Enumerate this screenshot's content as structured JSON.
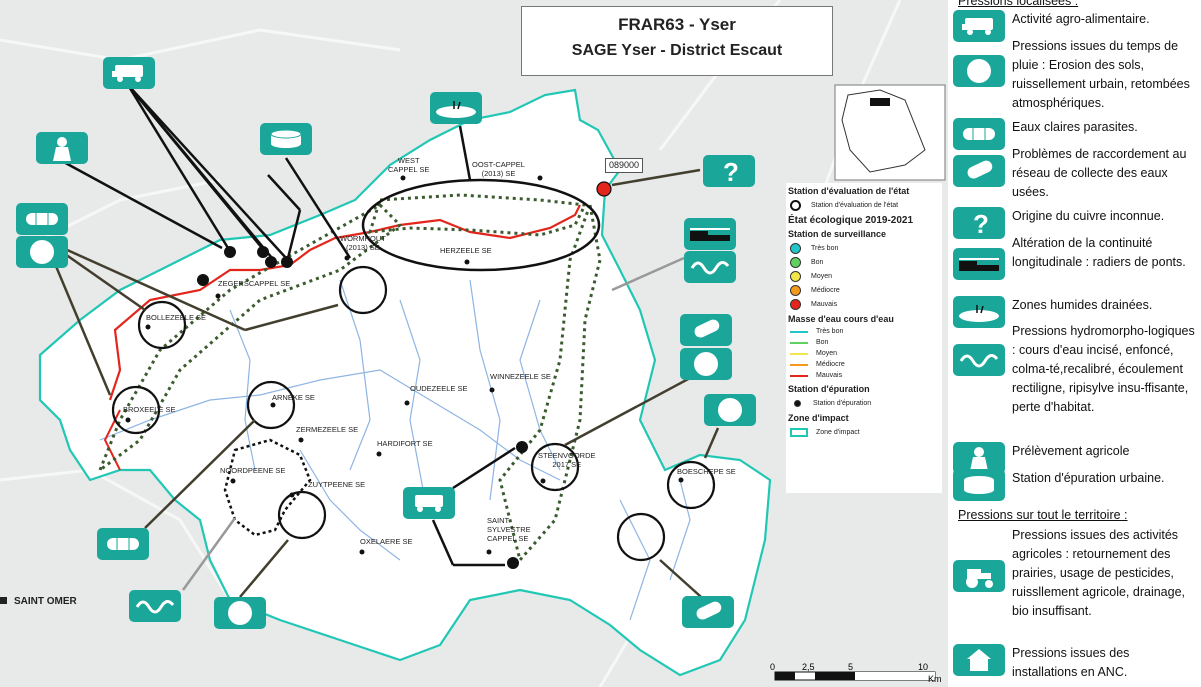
{
  "title": {
    "line1": "FRAR63 - Yser",
    "line2": "SAGE Yser - District Escaut"
  },
  "map_labels": {
    "west_cappel": "WEST\nCAPPEL SE",
    "oost_cappel": "OOST-CAPPEL\n(2013) SE",
    "wormhout": "WORMHOUT\n(2013) SE",
    "herzeele": "HERZEELE SE",
    "zegerscappel": "ZEGERSCAPPEL SE",
    "bollezeele": "BOLLEZEELE SE",
    "broxeele": "BROXEELE SE",
    "arneke": "ARNEKE SE",
    "zermezeele": "ZERMEZEELE SE",
    "oudezeele": "OUDEZEELE SE",
    "winnezeele": "WINNEZEELE SE",
    "hardifort": "HARDIFORT SE",
    "noordpeene": "NOORDPEENE SE",
    "zuytpeene": "ZUYTPEENE SE",
    "steenvoorde": "STEENVOORDE\n2017 SE",
    "boeschepe": "BOESCHEPE SE",
    "saint_sylvestre": "SAINT\nSYLVESTRE\nCAPPEL SE",
    "oxelaere": "OXELAERE SE",
    "saint_omer": "SAINT OMER",
    "station_code": "089000"
  },
  "legend": {
    "h_eval": "Station d'évaluation de l'état",
    "eval_item": "Station d'évaluation de l'état",
    "h_etat": "État écologique 2019-2021",
    "h_surv": "Station de surveillance",
    "status": [
      {
        "label": "Très bon",
        "color": "#21c7c7"
      },
      {
        "label": "Bon",
        "color": "#5fd160"
      },
      {
        "label": "Moyen",
        "color": "#f2e64a"
      },
      {
        "label": "Médiocre",
        "color": "#f39a1d"
      },
      {
        "label": "Mauvais",
        "color": "#e3261c"
      }
    ],
    "h_masse": "Masse d'eau cours d'eau",
    "h_epur": "Station d'épuration",
    "epur_item": "Station d'épuration",
    "h_zone": "Zone d'impact",
    "zone_item": "Zone d'impact"
  },
  "scale": {
    "ticks": [
      "0",
      "2,5",
      "5",
      "10"
    ],
    "unit": "Km"
  },
  "panel": {
    "sec1": "Pressions localisées :",
    "items": [
      {
        "icon": "truck-icon",
        "text": "Activité agro-alimentaire."
      },
      {
        "icon": "erosion-blob-icon",
        "text": "Pressions issues du temps de pluie : Erosion des sols, ruissellement urbain, retombées atmosphériques."
      },
      {
        "icon": "pipe-icon",
        "text": "Eaux claires parasites."
      },
      {
        "icon": "broken-pipe-icon",
        "text": "Problèmes de raccordement au réseau de collecte des eaux usées."
      },
      {
        "icon": "question-icon",
        "text": "Origine du cuivre inconnue."
      },
      {
        "icon": "weir-icon",
        "text": "Altération de la continuité longitudinale : radiers de ponts."
      },
      {
        "icon": "wetland-icon",
        "text": "Zones humides drainées."
      },
      {
        "icon": "meander-icon",
        "text": "Pressions hydromorpho-logiques : cours d'eau incisé, enfoncé, colma-té,recalibré, écoulement rectiligne, ripisylve insu-ffisante, perte d'habitat."
      },
      {
        "icon": "intake-icon",
        "text": "Prélèvement agricole"
      },
      {
        "icon": "tank-icon",
        "text": "Station d'épuration urbaine."
      }
    ],
    "sec2": "Pressions sur tout le territoire :",
    "items2": [
      {
        "icon": "tractor-icon",
        "text": "Pressions issues des activités agricoles : retournement des prairies, usage de pesticides, ruissllement agricole, drainage, bio insuffisant."
      },
      {
        "icon": "house-icon",
        "text": "Pressions issues des installations en ANC."
      }
    ]
  },
  "colors": {
    "accent": "#1aa79a",
    "bad": "#e3261c",
    "zone": "#21c7b5",
    "river": "#8fb5e3"
  }
}
